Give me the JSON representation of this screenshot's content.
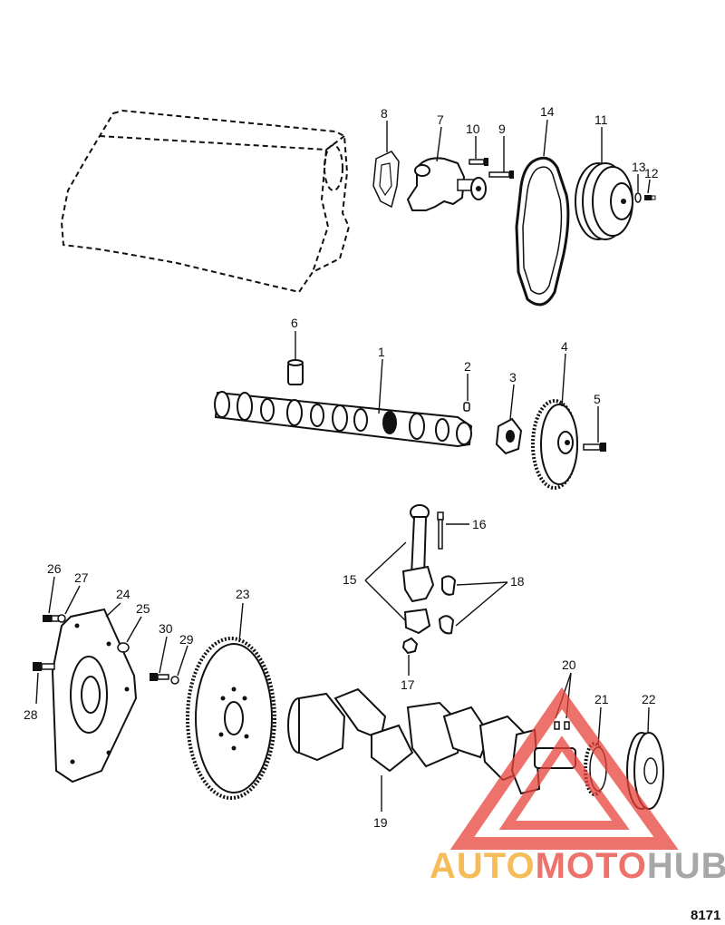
{
  "callouts": {
    "c1": "1",
    "c2": "2",
    "c3": "3",
    "c4": "4",
    "c5": "5",
    "c6": "6",
    "c7": "7",
    "c8": "8",
    "c9": "9",
    "c10": "10",
    "c11": "11",
    "c12": "12",
    "c13": "13",
    "c14": "14",
    "c15": "15",
    "c16": "16",
    "c17": "17",
    "c18": "18",
    "c19": "19",
    "c20": "20",
    "c21": "21",
    "c22": "22",
    "c23": "23",
    "c24": "24",
    "c25": "25",
    "c26": "26",
    "c27": "27",
    "c28": "28",
    "c29": "29",
    "c30": "30"
  },
  "figure_number": "8171",
  "watermark": {
    "part1": "AUTO",
    "part2": "MOTO",
    "part3": "HUB",
    "colors": {
      "auto": "#f5a623",
      "moto": "#e8433a",
      "hub": "#8a8a8a",
      "triangle": "#e8433a"
    }
  }
}
